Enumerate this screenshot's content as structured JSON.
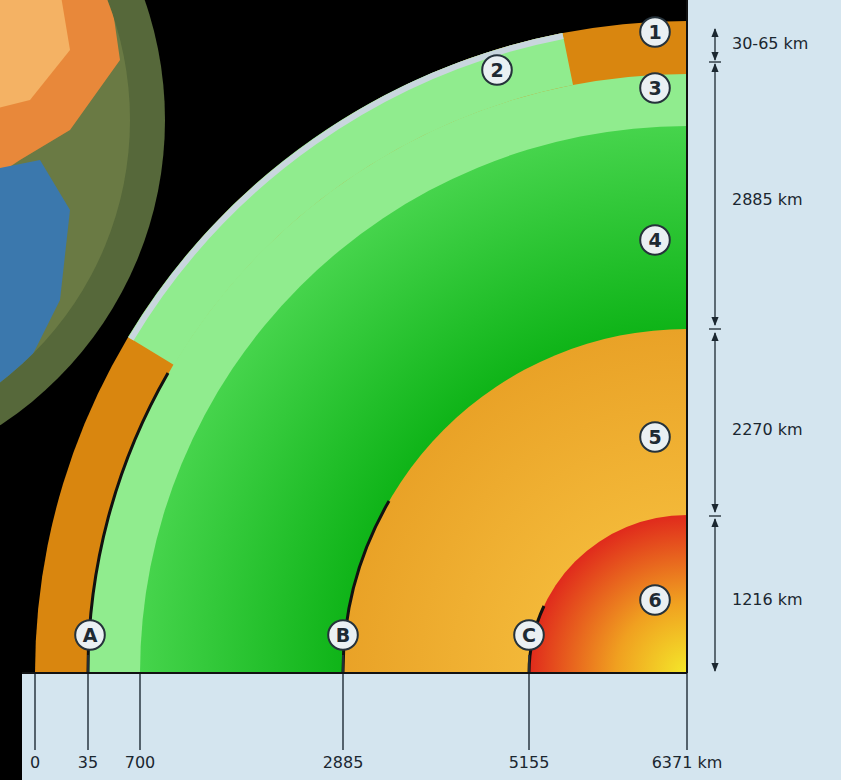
{
  "diagram": {
    "nodes": [
      {
        "text": [
          "1"
        ]
      },
      {
        "text": [
          "2"
        ]
      },
      {
        "text": [
          "3"
        ]
      },
      {
        "text": [
          "4"
        ]
      },
      {
        "text": [
          "5"
        ]
      },
      {
        "text": [
          "6"
        ]
      },
      {
        "text": [
          "A"
        ]
      },
      {
        "text": [
          "B"
        ]
      },
      {
        "text": [
          "C"
        ]
      }
    ],
    "labels": [
      "30-65 km",
      "2885 km",
      "2270 km",
      "1216 km",
      "0",
      "35",
      "700",
      "2885",
      "5155",
      "6371 km"
    ]
  }
}
